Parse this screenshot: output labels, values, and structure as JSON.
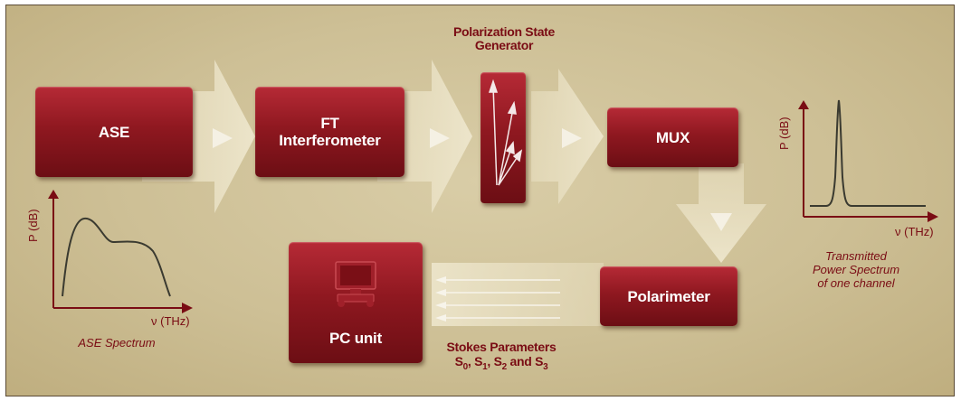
{
  "blocks": {
    "ase": "ASE",
    "ft_line1": "FT",
    "ft_line2": "Interferometer",
    "mux": "MUX",
    "polarimeter": "Polarimeter",
    "pc_unit": "PC unit"
  },
  "labels": {
    "psg_line1": "Polarization State",
    "psg_line2": "Generator",
    "stokes_line1": "Stokes Parameters",
    "stokes_s": "S",
    "stokes_sub0": "0",
    "stokes_sub1": "1",
    "stokes_sub2": "2",
    "stokes_sub3": "3",
    "stokes_sep": ", ",
    "stokes_and": " and "
  },
  "ase_spectrum": {
    "y_axis": "P (dB)",
    "x_axis": "ν (THz)",
    "caption": "ASE Spectrum"
  },
  "transmitted_spectrum": {
    "y_axis": "P (dB)",
    "x_axis": "ν (THz)",
    "caption_line1": "Transmitted",
    "caption_line2": "Power Spectrum",
    "caption_line3": "of one channel"
  },
  "colors": {
    "block_red": "#8f1820",
    "label_red": "#7a0c14",
    "background": "#cdbf95",
    "flow_arrow": "#e6dcbc"
  }
}
